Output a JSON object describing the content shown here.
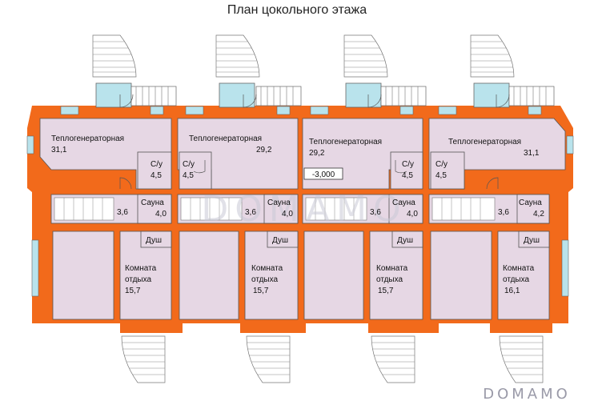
{
  "title": "План цокольного этажа",
  "watermark": "DOMAMO",
  "level_mark": "-3,000",
  "units": [
    {
      "boiler": {
        "name": "Теплогенераторная",
        "area": "31,1"
      },
      "bath": {
        "name": "С/у",
        "area": "4,5"
      },
      "hall": {
        "area": "3,6"
      },
      "sauna": {
        "name": "Сауна",
        "area": "4,0"
      },
      "shower": {
        "name": "Душ"
      },
      "rest": {
        "name1": "Комната",
        "name2": "отдыха",
        "area": "15,7"
      }
    },
    {
      "boiler": {
        "name": "Теплогенераторная",
        "area": "29,2"
      },
      "bath": {
        "name": "С/у",
        "area": "4,5"
      },
      "hall": {
        "area": "3,6"
      },
      "sauna": {
        "name": "Сауна",
        "area": "4,0"
      },
      "shower": {
        "name": "Душ"
      },
      "rest": {
        "name1": "Комната",
        "name2": "отдыха",
        "area": "15,7"
      }
    },
    {
      "boiler": {
        "name": "Теплогенераторная",
        "area": "29,2"
      },
      "bath": {
        "name": "С/у",
        "area": "4,5"
      },
      "hall": {
        "area": "3,6"
      },
      "sauna": {
        "name": "Сауна",
        "area": "4,0"
      },
      "shower": {
        "name": "Душ"
      },
      "rest": {
        "name1": "Комната",
        "name2": "отдыха",
        "area": "15,7"
      }
    },
    {
      "boiler": {
        "name": "Теплогенераторная",
        "area": "31,1"
      },
      "bath": {
        "name": "С/у",
        "area": "4,5"
      },
      "hall": {
        "area": "3,6"
      },
      "sauna": {
        "name": "Сауна",
        "area": "4,2"
      },
      "shower": {
        "name": "Душ"
      },
      "rest": {
        "name1": "Комната",
        "name2": "отдыха",
        "area": "16,1"
      }
    }
  ],
  "colors": {
    "wall": "#f26a1b",
    "room": "#e6d7e4",
    "window": "#b9e3ec",
    "line": "#444444"
  }
}
